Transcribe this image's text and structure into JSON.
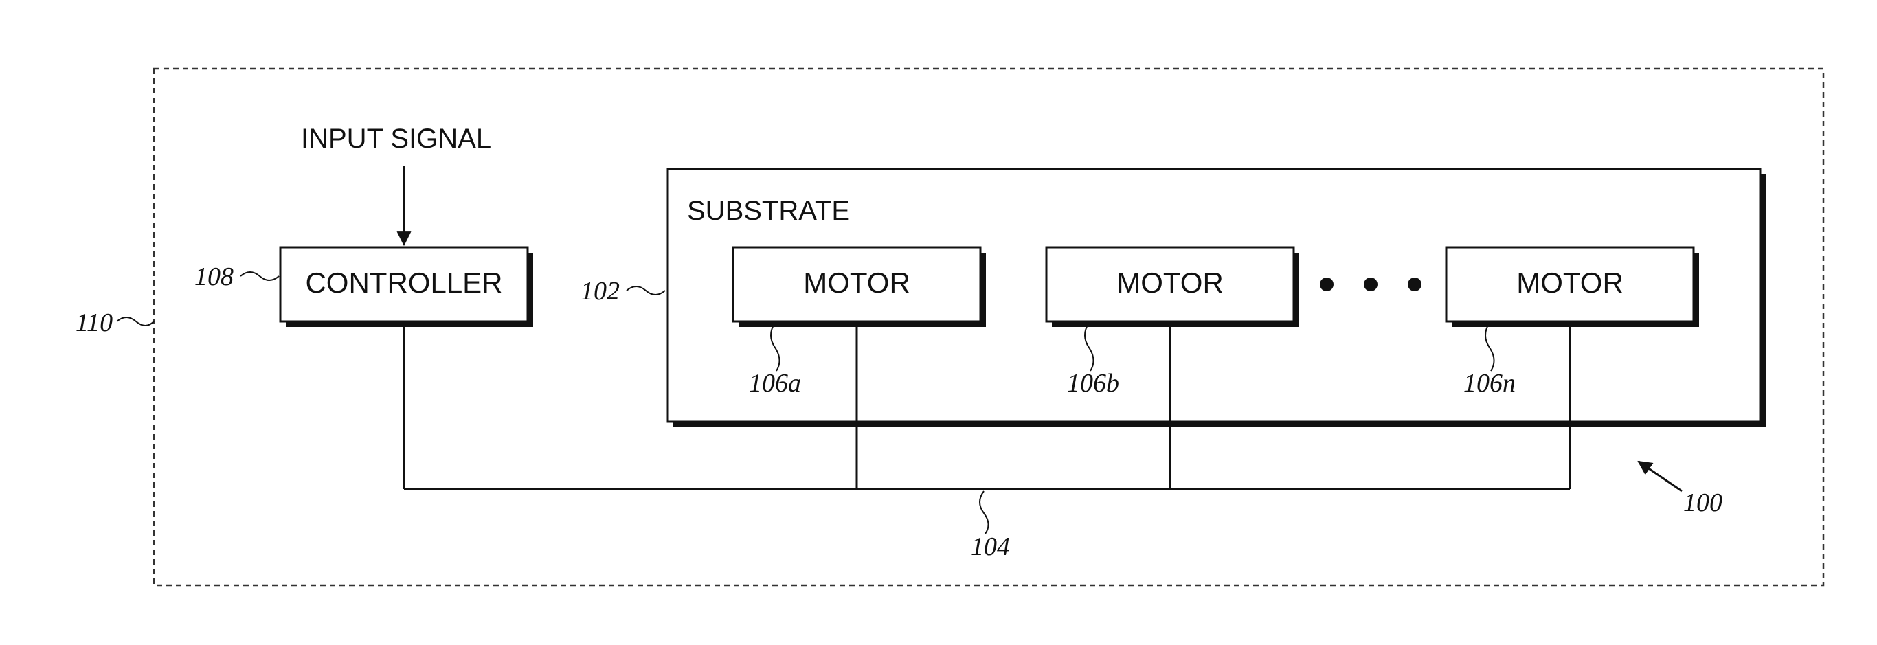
{
  "figure": {
    "outer_label": "110",
    "system_label": "100",
    "input_signal": "INPUT SIGNAL",
    "controller": {
      "text": "CONTROLLER",
      "ref": "108"
    },
    "substrate": {
      "text": "SUBSTRATE",
      "ref": "102"
    },
    "motors": [
      {
        "text": "MOTOR",
        "ref": "106a"
      },
      {
        "text": "MOTOR",
        "ref": "106b"
      },
      {
        "text": "MOTOR",
        "ref": "106n"
      }
    ],
    "bus_ref": "104",
    "ellipsis_dots": 3
  }
}
